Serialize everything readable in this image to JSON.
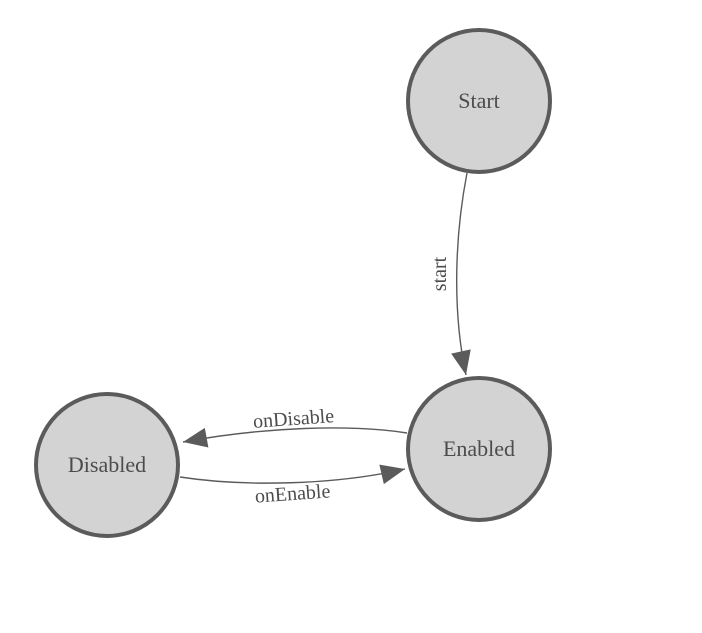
{
  "diagram": {
    "type": "state-machine",
    "nodes": [
      {
        "id": "start",
        "label": "Start"
      },
      {
        "id": "enabled",
        "label": "Enabled"
      },
      {
        "id": "disabled",
        "label": "Disabled"
      }
    ],
    "edges": [
      {
        "label": "start",
        "from": "Start",
        "to": "Enabled"
      },
      {
        "label": "onDisable",
        "from": "Enabled",
        "to": "Disabled"
      },
      {
        "label": "onEnable",
        "from": "Disabled",
        "to": "Enabled"
      }
    ],
    "colors": {
      "background": "#ffffff",
      "node_fill": "#d3d3d3",
      "node_stroke": "#5b5b5b",
      "edge_stroke": "#5b5b5b",
      "label_text": "#4c4c4c"
    }
  }
}
